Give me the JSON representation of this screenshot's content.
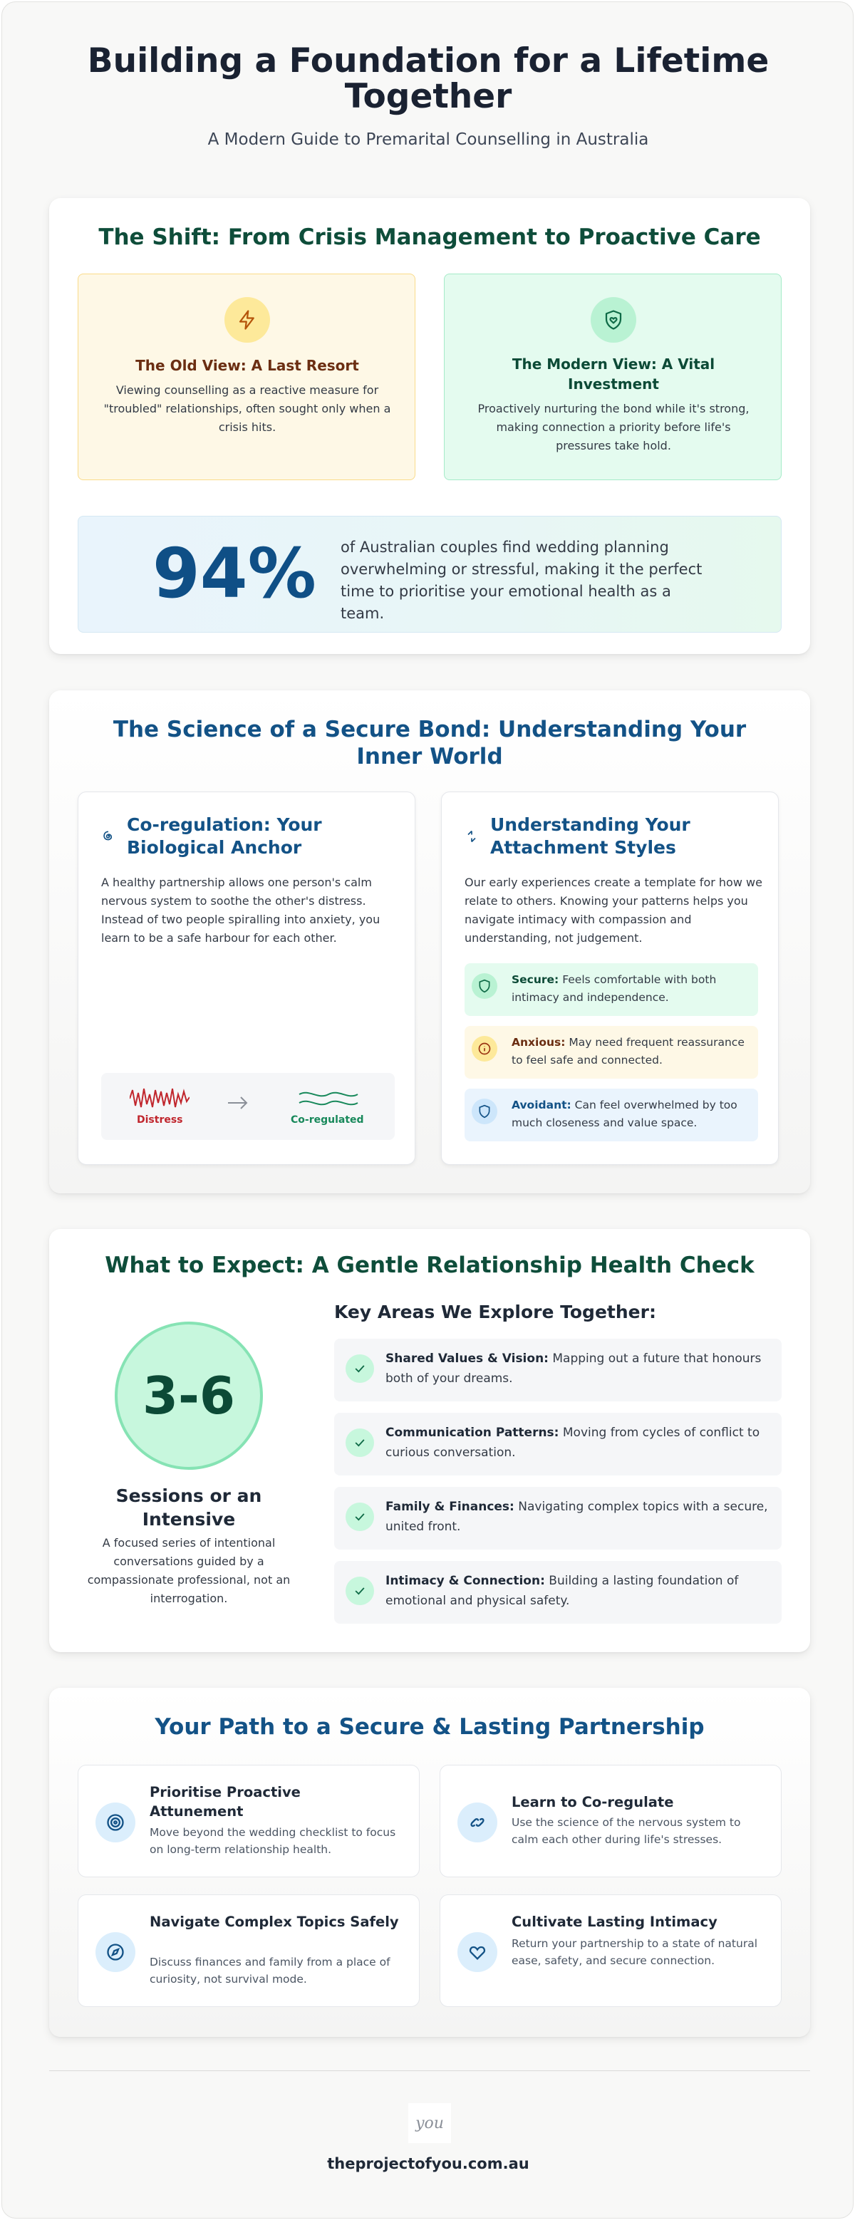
{
  "hero": {
    "title": "Building a Foundation for a Lifetime Together",
    "subtitle": "A Modern Guide to Premarital Counselling in Australia"
  },
  "shift": {
    "title": "The Shift: From Crisis Management to Proactive Care",
    "old": {
      "icon": "lightning-icon",
      "title": "The Old View: A Last Resort",
      "text": "Viewing counselling as a reactive measure for \"troubled\" relationships, often sought only when a crisis hits."
    },
    "modern": {
      "icon": "shield-heart-icon",
      "title": "The Modern View: A Vital Investment",
      "text": "Proactively nurturing the bond while it's strong, making connection a priority before life's pressures take hold."
    },
    "stat": {
      "value": "94%",
      "text": "of Australian couples find wedding planning overwhelming or stressful, making it the perfect time to prioritise your emotional health as a team."
    }
  },
  "science": {
    "title": "The Science of a Secure Bond: Understanding Your Inner World",
    "coregulation": {
      "icon": "spiral-icon",
      "title": "Co-regulation: Your Biological Anchor",
      "text": "A healthy partnership allows one person's calm nervous system to soothe the other's distress. Instead of two people spiralling into anxiety, you learn to be a safe harbour for each other.",
      "distress_label": "Distress",
      "coregulated_label": "Co-regulated"
    },
    "attachment": {
      "icon": "arrows-icon",
      "title": "Understanding Your Attachment Styles",
      "text": "Our early experiences create a template for how we relate to others. Knowing your patterns helps you navigate intimacy with compassion and understanding, not judgement.",
      "styles": [
        {
          "name": "Secure:",
          "text": " Feels comfortable with both intimacy and independence.",
          "icon": "shield-icon"
        },
        {
          "name": "Anxious:",
          "text": " May need frequent reassurance to feel safe and connected.",
          "icon": "info-icon"
        },
        {
          "name": "Avoidant:",
          "text": " Can feel overwhelmed by too much closeness and value space.",
          "icon": "shield-icon"
        }
      ]
    }
  },
  "expect": {
    "title": "What to Expect: A Gentle Relationship Health Check",
    "sessions_value": "3-6",
    "sessions_label": "Sessions or an Intensive",
    "sessions_text": "A focused series of intentional conversations guided by a compassionate professional, not an interrogation.",
    "key_title": "Key Areas We Explore Together:",
    "items": [
      {
        "name": "Shared Values & Vision:",
        "text": " Mapping out a future that honours both of your dreams."
      },
      {
        "name": "Communication Patterns:",
        "text": " Moving from cycles of conflict to curious conversation."
      },
      {
        "name": "Family & Finances:",
        "text": " Navigating complex topics with a secure, united front."
      },
      {
        "name": "Intimacy & Connection:",
        "text": " Building a lasting foundation of emotional and physical safety."
      }
    ]
  },
  "path": {
    "title": "Your Path to a Secure & Lasting Partnership",
    "cards": [
      {
        "icon": "target-icon",
        "title": "Prioritise Proactive Attunement",
        "text": "Move beyond the wedding checklist to focus on long-term relationship health."
      },
      {
        "icon": "link-icon",
        "title": "Learn to Co-regulate",
        "text": "Use the science of the nervous system to calm each other during life's stresses."
      },
      {
        "icon": "compass-icon",
        "title": "Navigate Complex Topics Safely",
        "text": "Discuss finances and family from a place of curiosity, not survival mode."
      },
      {
        "icon": "heart-icon",
        "title": "Cultivate Lasting Intimacy",
        "text": "Return your partnership to a state of natural ease, safety, and secure connection."
      }
    ]
  },
  "footer": {
    "logo": "you",
    "site": "theprojectofyou.com.au"
  },
  "colors": {
    "green_heading": "#0e4d3a",
    "blue_heading": "#135286",
    "stat_blue": "#0f4f86",
    "distress_red": "#c0262d",
    "coregulated_green": "#17885a"
  }
}
